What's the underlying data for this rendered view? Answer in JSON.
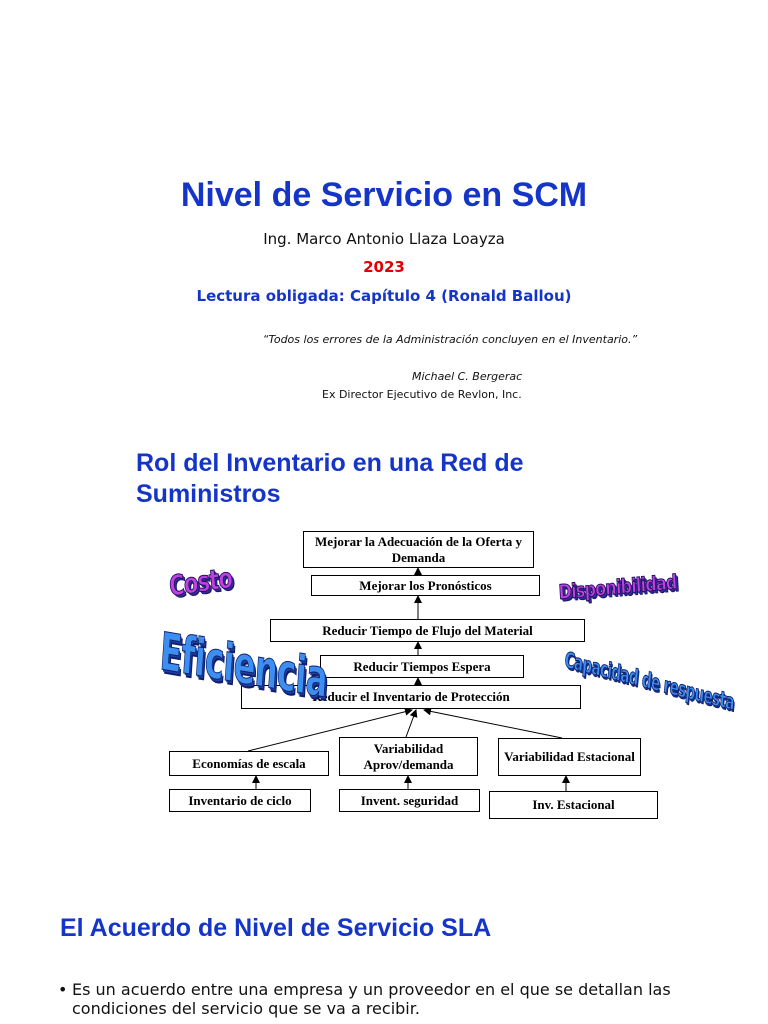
{
  "title": "Nivel de Servicio en SCM",
  "author": "Ing. Marco Antonio Llaza Loayza",
  "year": "2023",
  "reading": "Lectura obligada: Capítulo 4 (Ronald Ballou)",
  "quote": {
    "text": "“Todos  los errores  de la Administración concluyen en el Inventario.”",
    "author": "Michael C. Bergerac",
    "role": "Ex  Director Ejecutivo de Revlon, Inc."
  },
  "section_rol": {
    "title": "Rol del Inventario en una Red de Suministros"
  },
  "diagram": {
    "box_adecuacion": "Mejorar la Adecuación de la Oferta y Demanda",
    "box_pronosticos": "Mejorar los Pronósticos",
    "box_flujo": "Reducir Tiempo de Flujo del Material",
    "box_espera": "Reducir Tiempos Espera",
    "box_proteccion": "Reducir el Inventario de Protección",
    "box_economias": "Economías de  escala",
    "box_variabilidad_demanda": "Variabilidad Aprov/demanda",
    "box_variabilidad_estacional": "Variabilidad Estacional",
    "box_ciclo": "Inventario de ciclo",
    "box_seguridad": "Invent.  seguridad",
    "box_estacional": "Inv. Estacional",
    "wordart_costo": "Costo",
    "wordart_eficiencia": "Eficiencia",
    "wordart_disponibilidad": "Disponibilidad",
    "wordart_capacidad": "Capacidad de respuesta"
  },
  "section_sla": {
    "title": "El Acuerdo de Nivel de Servicio SLA",
    "bullet": "•",
    "text": "Es un acuerdo entre una empresa y un proveedor en el que se detallan las condiciones del servicio que se va a recibir."
  }
}
